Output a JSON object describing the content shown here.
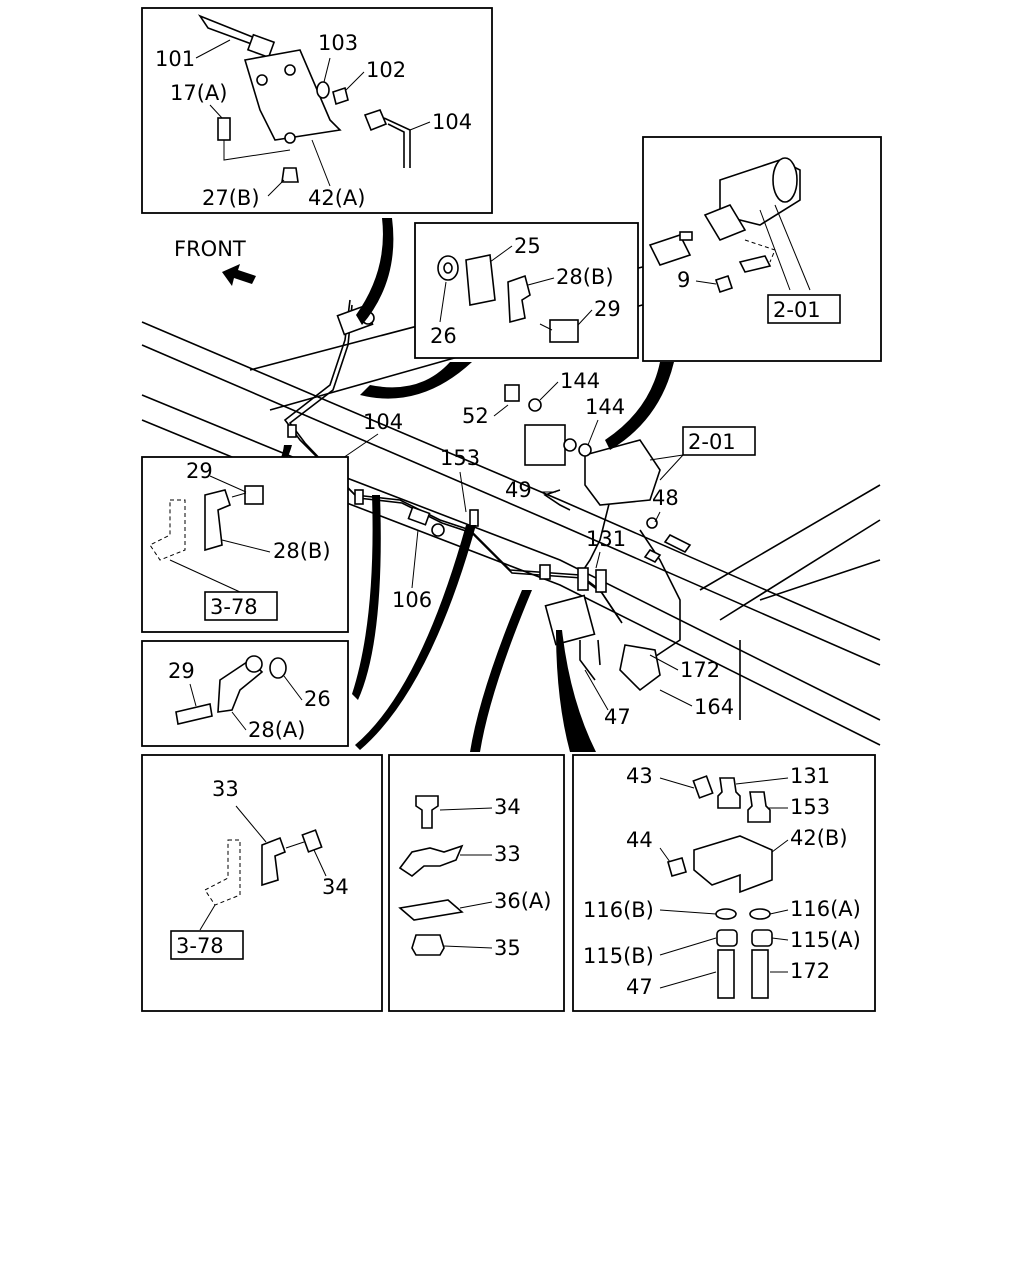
{
  "front_label": "FRONT",
  "refs": {
    "ref_2_01": "2-01",
    "ref_3_78": "3-78"
  },
  "labels": {
    "p101": "101",
    "p103": "103",
    "p102": "102",
    "p17a": "17(A)",
    "p104a": "104",
    "p27b": "27(B)",
    "p42a": "42(A)",
    "p25": "25",
    "p28b_top": "28(B)",
    "p29_top": "29",
    "p26_top": "26",
    "p9": "9",
    "p144a": "144",
    "p52": "52",
    "p144b": "144",
    "p104b": "104",
    "p153a": "153",
    "p49": "49",
    "p48": "48",
    "p131a": "131",
    "p106": "106",
    "p172a": "172",
    "p164": "164",
    "p47a": "47",
    "p29_left": "29",
    "p28b_left": "28(B)",
    "p29_mid": "29",
    "p26_mid": "26",
    "p28a": "28(A)",
    "p33a": "33",
    "p34a": "34",
    "p34b": "34",
    "p33b": "33",
    "p36a": "36(A)",
    "p35": "35",
    "p43": "43",
    "p131b": "131",
    "p153b": "153",
    "p44": "44",
    "p42b": "42(B)",
    "p116b": "116(B)",
    "p116a": "116(A)",
    "p115b": "115(B)",
    "p115a": "115(A)",
    "p47b": "47",
    "p172b": "172"
  }
}
